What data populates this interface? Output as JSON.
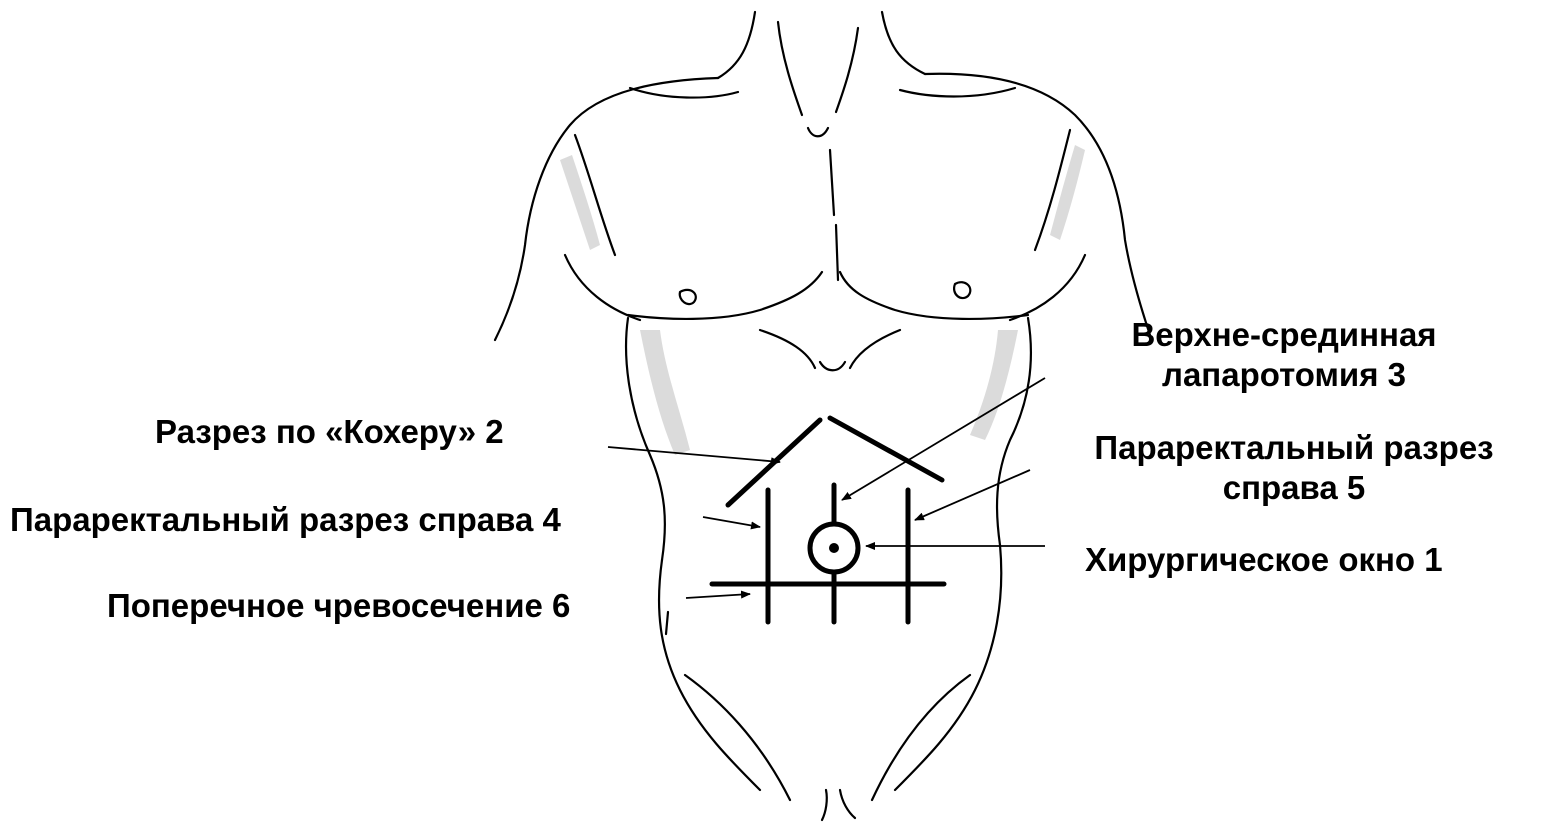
{
  "labels": {
    "upper_midline": {
      "line1": "Верхне-срединная",
      "line2": "лапаротомия 3"
    },
    "kocher": "Разрез по «Кохеру» 2",
    "pararectal_right_5": {
      "line1": "Параректальный разрез",
      "line2": "справа 5"
    },
    "pararectal_right_4": "Параректальный разрез справа 4",
    "surgical_window": "Хирургическое окно 1",
    "transverse": "Поперечное чревосечение 6"
  }
}
